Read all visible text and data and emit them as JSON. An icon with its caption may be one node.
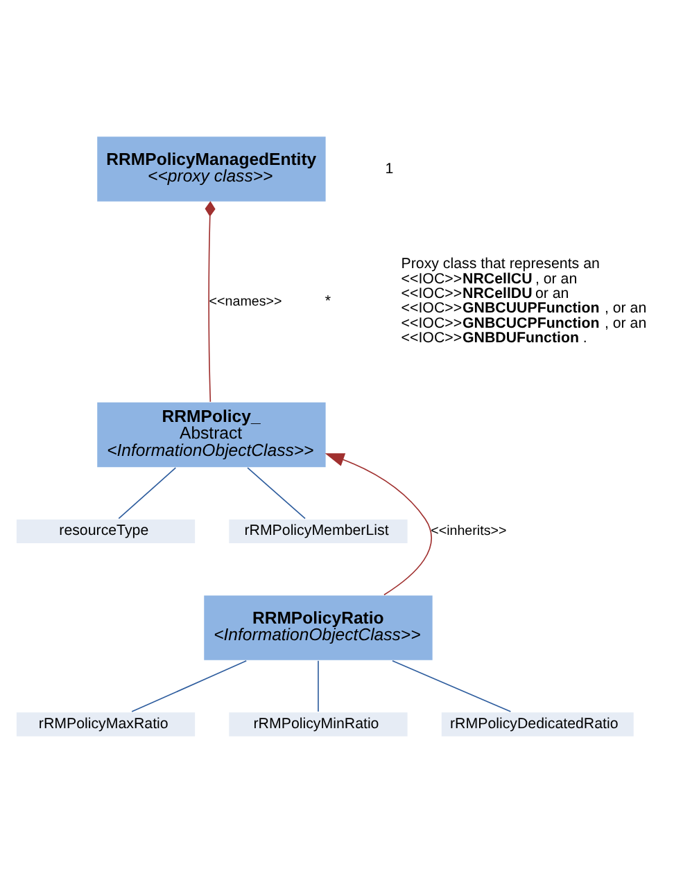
{
  "diagram": {
    "nodes": [
      {
        "text": [
          "RRMPolicyManagedEntity",
          "<<proxy class>>"
        ]
      },
      {
        "text": [
          "RRMPolicy_",
          "Abstract",
          "<InformationObjectClass>>"
        ]
      },
      {
        "text": [
          "resourceType"
        ]
      },
      {
        "text": [
          "rRMPolicyMemberList"
        ]
      },
      {
        "text": [
          "RRMPolicyRatio",
          "<InformationObjectClass>>"
        ]
      },
      {
        "text": [
          "rRMPolicyMaxRatio"
        ]
      },
      {
        "text": [
          "rRMPolicyMinRatio"
        ]
      },
      {
        "text": [
          "rRMPolicyDedicatedRatio"
        ]
      }
    ],
    "edges": [
      {
        "from": 0,
        "to": 1,
        "arrow": "other",
        "label": "<<names>>",
        "color": "#a0302f"
      },
      {
        "from": 4,
        "to": 1,
        "arrow": "to",
        "label": "<<inherits>>",
        "color": "#a0302f"
      },
      {
        "from": 1,
        "to": 2,
        "arrow": "none"
      },
      {
        "from": 1,
        "to": 3,
        "arrow": "none"
      },
      {
        "from": 4,
        "to": 5,
        "arrow": "none"
      },
      {
        "from": 4,
        "to": 6,
        "arrow": "none"
      },
      {
        "from": 4,
        "to": 7,
        "arrow": "none"
      }
    ],
    "labels": [
      "1",
      "*",
      "Proxy class that represents an <<IOC>>**NRCellCU**, or an <<IOC>>**NRCellDU** or an <<IOC>>**GNBCUUPFunction**, or an <<IOC>>**GNBCUCPFunction**, or an <<IOC>>**GNBDUFunction**."
    ]
  }
}
